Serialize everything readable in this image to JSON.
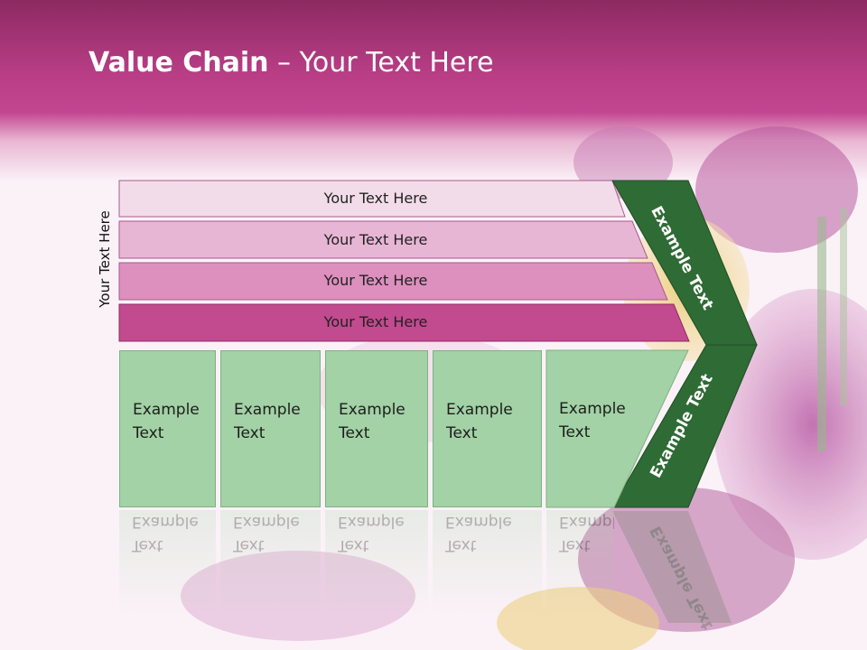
{
  "slide": {
    "title_bold": "Value Chain",
    "title_rest": " – Your Text Here",
    "vertical_label": "Your Text Here",
    "rows": [
      "Your Text Here",
      "Your Text Here",
      "Your Text Here",
      "Your Text Here"
    ],
    "boxes": [
      {
        "line1": "Example",
        "line2": "Text"
      },
      {
        "line1": "Example",
        "line2": "Text"
      },
      {
        "line1": "Example",
        "line2": "Text"
      },
      {
        "line1": "Example",
        "line2": "Text"
      },
      {
        "line1": "Example",
        "line2": "Text"
      }
    ],
    "chevron_upper": "Example Text",
    "chevron_lower": "Example Text",
    "colors": {
      "header": "#c24590",
      "box_green": "#a2d2a5",
      "chevron_green": "#2f6b34",
      "row1": "#f3dcea",
      "row2": "#e8b6d5",
      "row3": "#dd8fbe",
      "row4": "#c24a8f"
    }
  }
}
